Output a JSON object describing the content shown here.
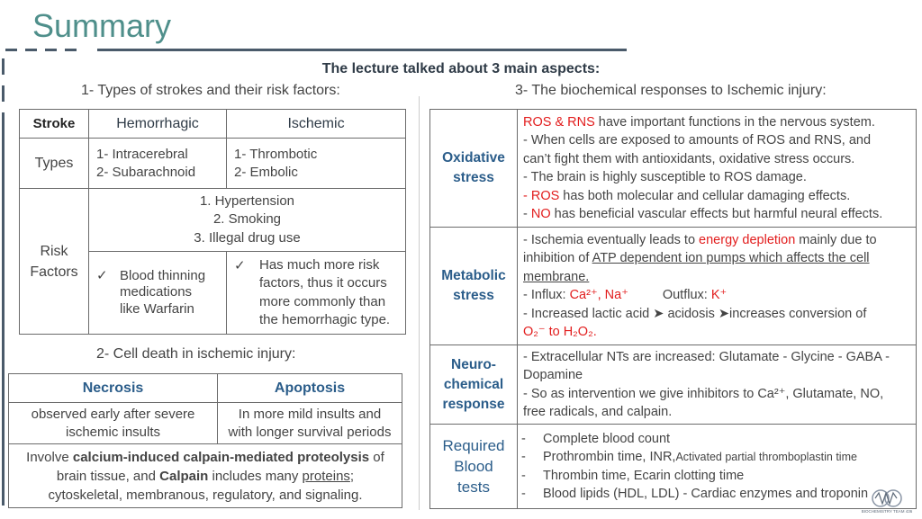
{
  "title": "Summary",
  "intro": "The lecture talked about 3 main aspects:",
  "section1_heading": "1- Types of strokes and their risk factors:",
  "section2_heading": "2- Cell death in ischemic injury:",
  "section3_heading": "3- The biochemical responses to Ischemic injury:",
  "stroke_table": {
    "corner": "Stroke",
    "col1": "Hemorrhagic",
    "col2": "Ischemic",
    "types_label": "Types",
    "hem_types": [
      "1- Intracerebral",
      "2- Subarachnoid"
    ],
    "isc_types": [
      "1- Thrombotic",
      "2- Embolic"
    ],
    "risk_label_1": "Risk",
    "risk_label_2": "Factors",
    "shared_risks": [
      "1.   Hypertension",
      "2.   Smoking",
      "3.   Illegal drug use"
    ],
    "hem_risk": [
      "Blood thinning",
      "medications",
      "like Warfarin"
    ],
    "isc_risk": [
      "Has much more risk",
      "factors, thus it occurs",
      "more commonly than",
      "the hemorrhagic type."
    ]
  },
  "cell_death": {
    "col1": "Necrosis",
    "col2": "Apoptosis",
    "necrosis_desc": [
      "observed early after severe",
      "ischemic insults"
    ],
    "apoptosis_desc": [
      "In more mild insults and",
      "with longer survival periods"
    ],
    "bottom_1": "Involve ",
    "bottom_bold1": "calcium-induced calpain-mediated proteolysis",
    "bottom_2": " of",
    "bottom_3": "brain tissue, and ",
    "bottom_bold2": "Calpain",
    "bottom_4": " includes many ",
    "bottom_u": "proteins",
    "bottom_5": ";",
    "bottom_6": "cytoskeletal, membranous, regulatory, and signaling."
  },
  "responses": {
    "ox_label_1": "Oxidative",
    "ox_label_2": "stress",
    "ox": {
      "l1_red": "ROS & RNS",
      "l1": " have important functions in the nervous system.",
      "l2": "- When cells are exposed to amounts of ROS and RNS, and",
      "l3": "can’t fight them with antioxidants, oxidative stress occurs.",
      "l4": "- The brain is highly susceptible to ROS damage.",
      "l5_red": "- ROS",
      "l5": " has both molecular and cellular damaging effects.",
      "l6_pre": "- ",
      "l6_red": "NO",
      "l6": " has beneficial vascular effects but harmful neural effects."
    },
    "met_label_1": "Metabolic",
    "met_label_2": "stress",
    "met": {
      "l1_pre": "- Ischemia eventually leads to ",
      "l1_red": "energy depletion",
      "l1": " mainly due to",
      "l2_pre": "inhibition of ",
      "l2_u": "ATP dependent ion pumps which affects the cell",
      "l3_u": "membrane.",
      "l4_pre": "- Influx: ",
      "l4_red": "Ca²⁺, Na⁺",
      "l4_mid": "Outflux: ",
      "l4_red2": "K⁺",
      "l5_pre": "- Increased lactic acid ",
      "l5_arrow": "➤",
      "l5_mid": " acidosis ",
      "l5_end": "increases conversion of",
      "l6_red": "O₂⁻ to H₂O₂."
    },
    "neuro_label_1": "Neuro-",
    "neuro_label_2": "chemical",
    "neuro_label_3": "response",
    "neuro": {
      "l1": "- Extracellular NTs are increased: Glutamate - Glycine - GABA -",
      "l2": "Dopamine",
      "l3": "- So as intervention we give inhibitors to Ca²⁺, Glutamate, NO,",
      "l4": "free radicals, and calpain."
    },
    "blood_label_1": "Required",
    "blood_label_2": "Blood",
    "blood_label_3": "tests",
    "blood": {
      "l1": "Complete blood count",
      "l2a": "Prothrombin time, INR, ",
      "l2b": "Activated partial thromboplastin time",
      "l3": "Thrombin time, Ecarin clotting time",
      "l4": "Blood lipids (HDL, LDL)   -   Cardiac enzymes and troponin"
    }
  },
  "logo_text": "BIOCHEMISTRY TEAM 436",
  "colors": {
    "title": "#4f8f8b",
    "label_blue": "#2b5d8a",
    "red": "#e21d1d"
  }
}
